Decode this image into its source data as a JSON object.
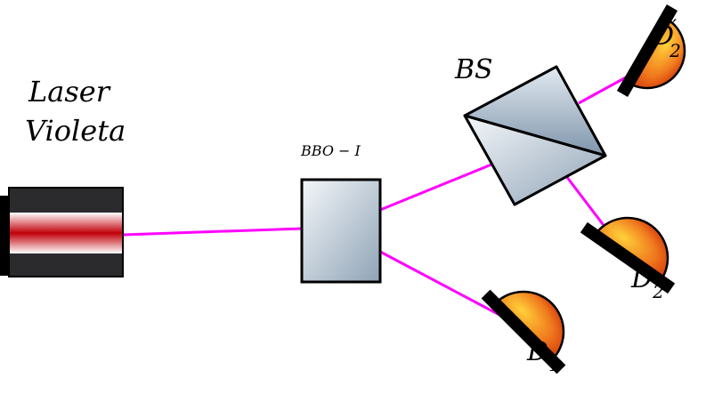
{
  "laser": {
    "line1": "Laser",
    "line2": "Violeta"
  },
  "crystal": {
    "label": "BBO − I"
  },
  "beam_splitter": {
    "label": "BS"
  },
  "detectors": [
    {
      "id": "d1",
      "main": "D",
      "sub": "1",
      "prime": ""
    },
    {
      "id": "d2",
      "main": "D",
      "sub": "2",
      "prime": ""
    },
    {
      "id": "d2p",
      "main": "D",
      "sub": "2",
      "prime": "′"
    }
  ],
  "colors": {
    "beam": "#ff00ff",
    "laser_body": "#2b2b2e",
    "laser_core": "#c0000a",
    "optic_fill_light": "#eef3f7",
    "optic_fill_dark": "#8fa3b6",
    "detector_light": "#ffd23a",
    "detector_dark": "#cc2a08"
  }
}
